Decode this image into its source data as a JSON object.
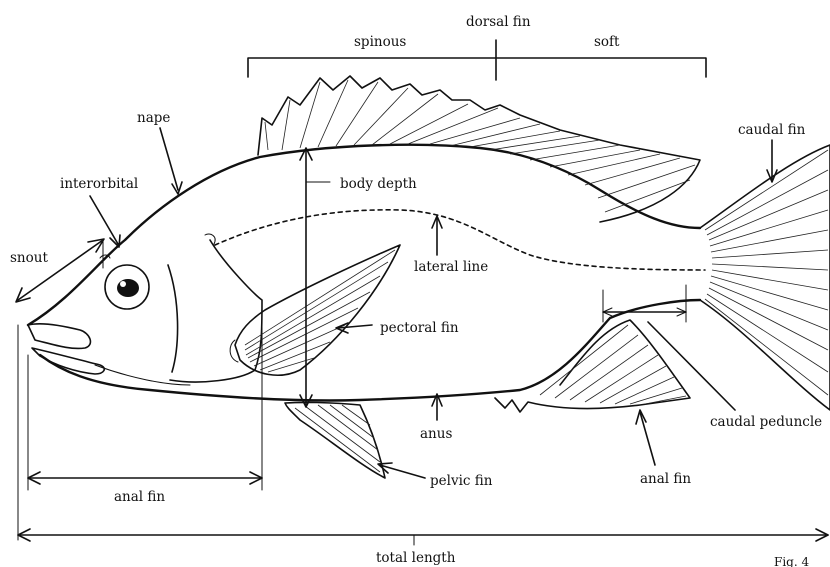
{
  "labels": {
    "dorsal_fin": "dorsal  fin",
    "spinous": "spinous",
    "soft": "soft",
    "nape": "nape",
    "caudal_fin": "caudal  fin",
    "interorbital": "interorbital",
    "body_depth": "body  depth",
    "snout": "snout",
    "lateral_line": "lateral  line",
    "pectoral_fin": "pectoral  fin",
    "caudal_peduncle": "caudal  peduncle",
    "anus": "anus",
    "pelvic_fin": "pelvic  fin",
    "anal_fin_right": "anal  fin",
    "anal_fin_left": "anal  fin",
    "total_length": "total  length",
    "figure": "Fig. 4"
  }
}
